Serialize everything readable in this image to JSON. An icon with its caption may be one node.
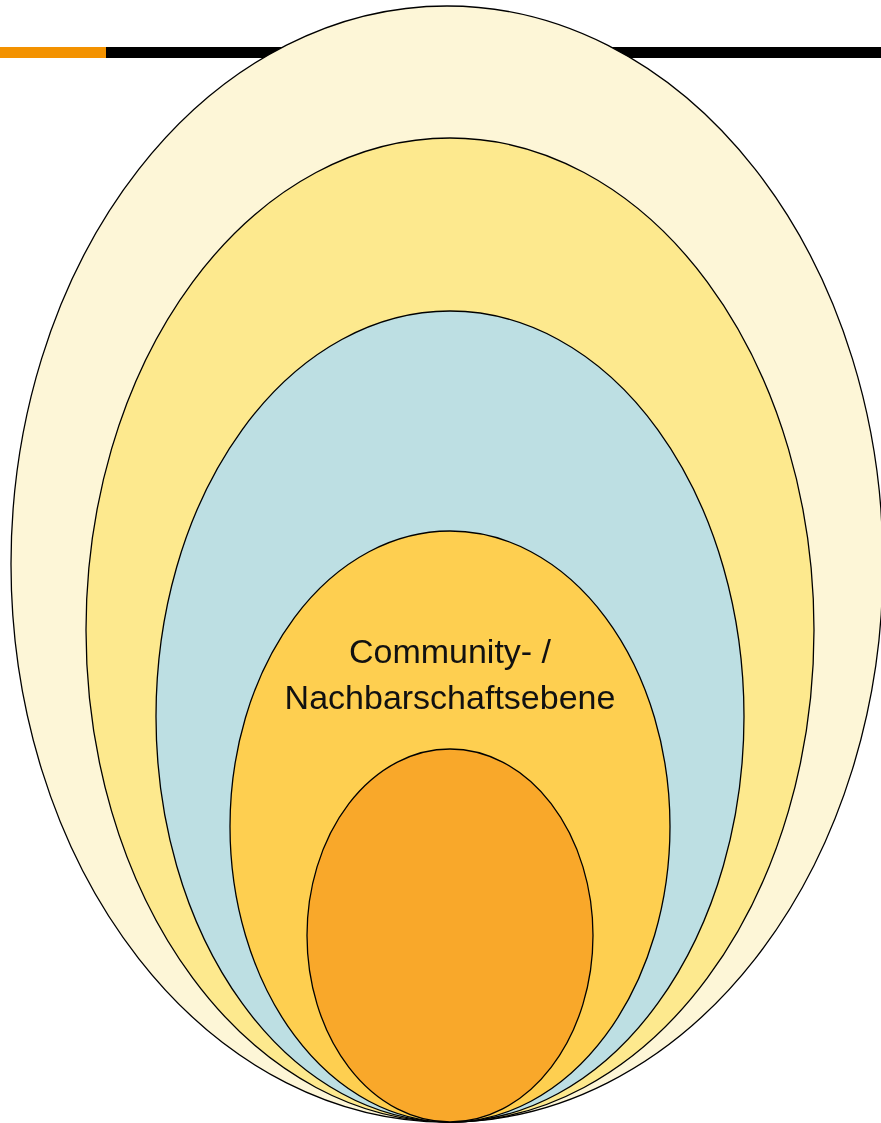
{
  "diagram": {
    "nodes": [
      {
        "text": [],
        "shape": "ellipse"
      },
      {
        "text": [],
        "shape": "ellipse",
        "in": 0
      },
      {
        "text": [],
        "shape": "ellipse",
        "in": 1
      },
      {
        "text": [
          "Community- / Nachbarschaftsebene"
        ],
        "in": 2
      },
      {
        "text": [],
        "shape": "ellipse",
        "in": 3
      }
    ]
  }
}
